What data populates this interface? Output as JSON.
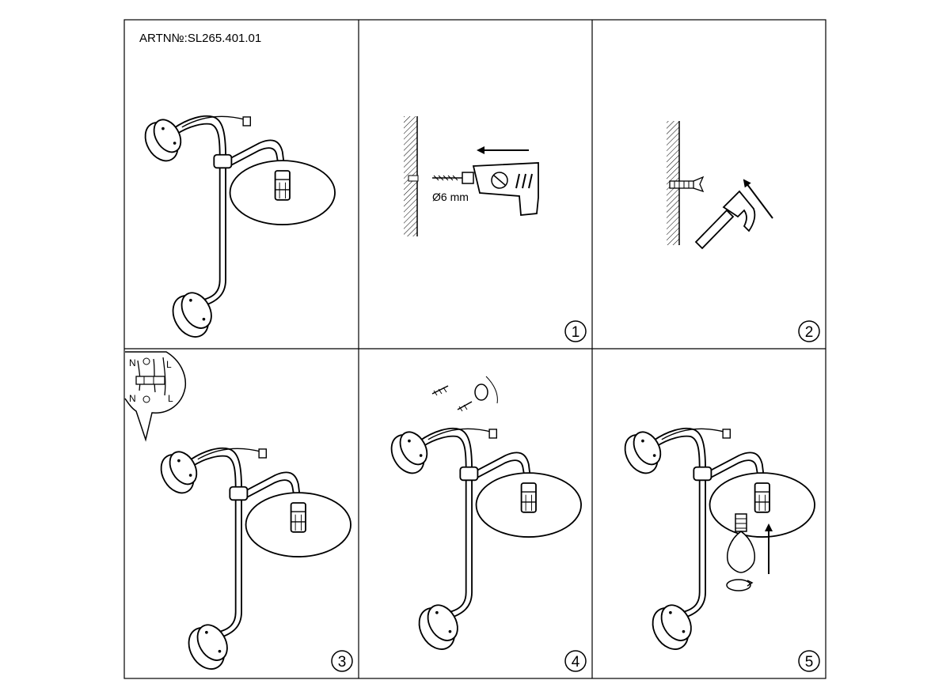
{
  "article": {
    "code": "ARTN№:SL265.401.01"
  },
  "colors": {
    "ink": "#000000",
    "paper": "#ffffff"
  },
  "steps": [
    {
      "number": "1",
      "drill_label": "Ø6 mm",
      "icons": [
        "wall-icon",
        "drill-icon",
        "direction-arrow-icon"
      ]
    },
    {
      "number": "2",
      "icons": [
        "wall-icon",
        "wall-plug-icon",
        "hammer-icon",
        "direction-arrow-icon"
      ]
    },
    {
      "number": "3",
      "wiring": {
        "neutral_top": "N",
        "neutral_bottom": "N",
        "live_top": "L",
        "live_bottom": "L"
      },
      "icons": [
        "wiring-callout-icon",
        "wall-lamp-icon"
      ]
    },
    {
      "number": "4",
      "icons": [
        "screw-icon",
        "wall-lamp-icon"
      ]
    },
    {
      "number": "5",
      "icons": [
        "bulb-icon",
        "direction-arrow-icon",
        "rotate-icon",
        "wall-lamp-icon"
      ]
    }
  ]
}
